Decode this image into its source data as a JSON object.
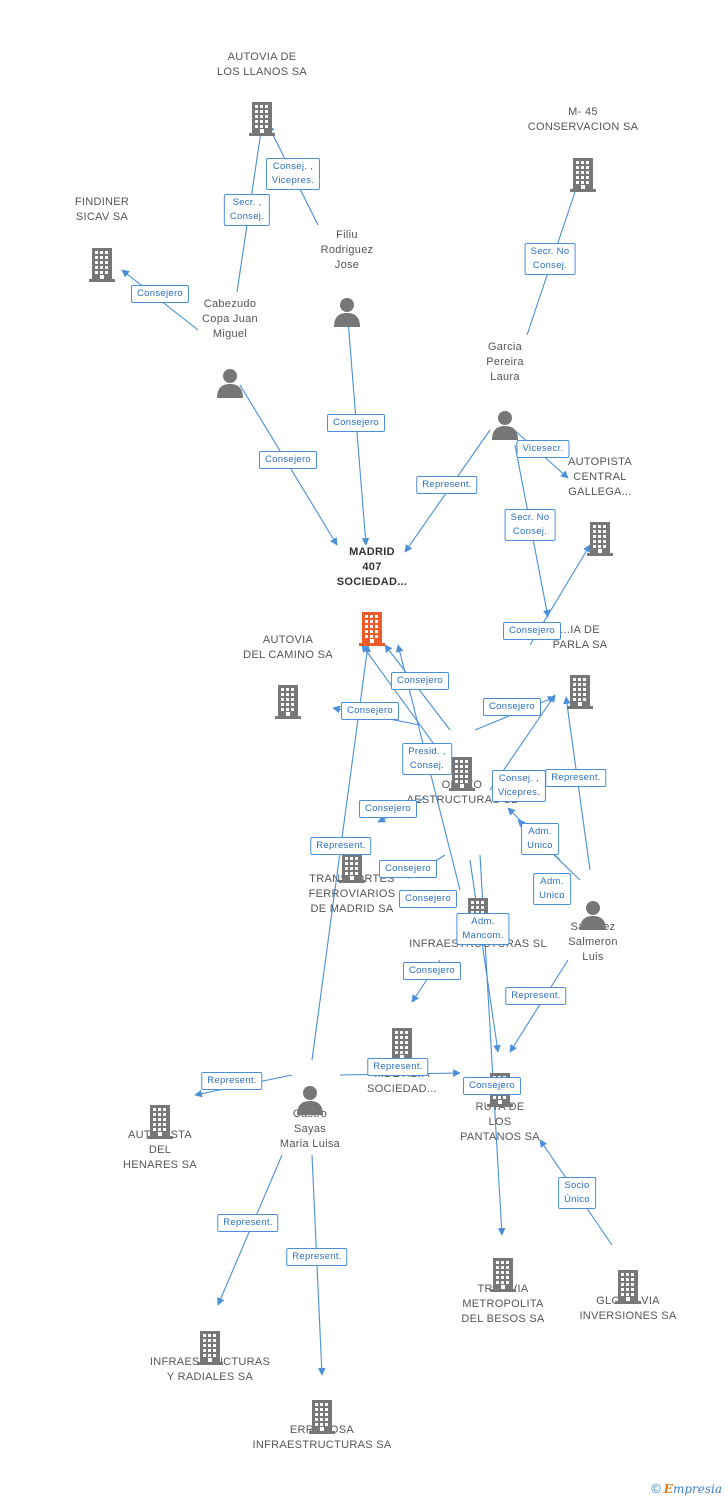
{
  "colors": {
    "edge": "#4a8fd8",
    "company": "#777777",
    "person": "#777777",
    "main": "#f05a28"
  },
  "nodes": [
    {
      "id": "madrid407",
      "type": "main",
      "label": "MADRID\n407\nSOCIEDAD..."
    },
    {
      "id": "autovia-llanos",
      "type": "company",
      "label": "AUTOVIA DE\nLOS LLANOS SA"
    },
    {
      "id": "m45",
      "type": "company",
      "label": "M- 45\nCONSERVACION SA"
    },
    {
      "id": "findiner",
      "type": "company",
      "label": "FINDINER\nSICAV SA"
    },
    {
      "id": "filiu",
      "type": "person",
      "label": "Filiu\nRodriguez\nJose"
    },
    {
      "id": "cabezudo",
      "type": "person",
      "label": "Cabezudo\nCopa Juan\nMiguel"
    },
    {
      "id": "garcia",
      "type": "person",
      "label": "Garcia\nPereira\nLaura"
    },
    {
      "id": "autopista-central",
      "type": "company",
      "label": "AUTOPISTA\nCENTRAL\nGALLEGA..."
    },
    {
      "id": "autovia-camino",
      "type": "company",
      "label": "AUTOVIA\nDEL CAMINO SA"
    },
    {
      "id": "parla",
      "type": "company",
      "label": "...IA DE\nPARLA SA"
    },
    {
      "id": "orfeo",
      "type": "company",
      "label": "ORFEO\nAESTRUCTURAS SL"
    },
    {
      "id": "transportes",
      "type": "company",
      "label": "TRANSPORTES\nFERROVIARIOS\nDE MADRID SA"
    },
    {
      "id": "infra-sl",
      "type": "company",
      "label": "A...\nINFRAESTRUCTURAS SL"
    },
    {
      "id": "sanchez",
      "type": "person",
      "label": "Sanchez\nSalmeron\nLuis"
    },
    {
      "id": "metro-ligero",
      "type": "company",
      "label": "...\n...DE ALTA\nSOCIEDAD..."
    },
    {
      "id": "castro",
      "type": "person",
      "label": "Castro\nSayas\nMaria Luisa"
    },
    {
      "id": "ruta-pantanos",
      "type": "company",
      "label": "RUTA DE\nLOS\nPANTANOS SA"
    },
    {
      "id": "autopista-henares",
      "type": "company",
      "label": "AUTOPISTA\nDEL\nHENARES SA"
    },
    {
      "id": "tramvia",
      "type": "company",
      "label": "TRAMVIA\nMETROPOLITA\nDEL BESOS SA"
    },
    {
      "id": "globalvia",
      "type": "company",
      "label": "GLOBALVIA\nINVERSIONES SA"
    },
    {
      "id": "infra-radiales",
      "type": "company",
      "label": "INFRAESTRUCTURAS\nY RADIALES SA"
    },
    {
      "id": "erredosa",
      "type": "company",
      "label": "ERREDOSA\nINFRAESTRUCTURAS SA"
    }
  ],
  "edge_labels": [
    "Consej. ,\nVicepres.",
    "Secr. ,\nConsej.",
    "Consejero",
    "Secr. No\nConsej.",
    "Consejero",
    "Consejero",
    "Vicesecr.",
    "Represent.",
    "Secr. No\nConsej.",
    "Consejero",
    "Consejero",
    "Consejero",
    "Consejero",
    "Presid. ,\nConsej.",
    "Consej. ,\nVicepres.",
    "Represent.",
    "Consejero",
    "Adm.\nUnico",
    "Represent.",
    "Consejero",
    "Consejero",
    "Adm.\nUnico",
    "Adm.\nMancom.",
    "Consejero",
    "Represent.",
    "Represent.",
    "Represent.",
    "Consejero",
    "Socio\nÚnico",
    "Represent.",
    "Represent."
  ],
  "footer": {
    "copyright": "©",
    "brand_e": "E",
    "brand_rest": "mpresia"
  }
}
